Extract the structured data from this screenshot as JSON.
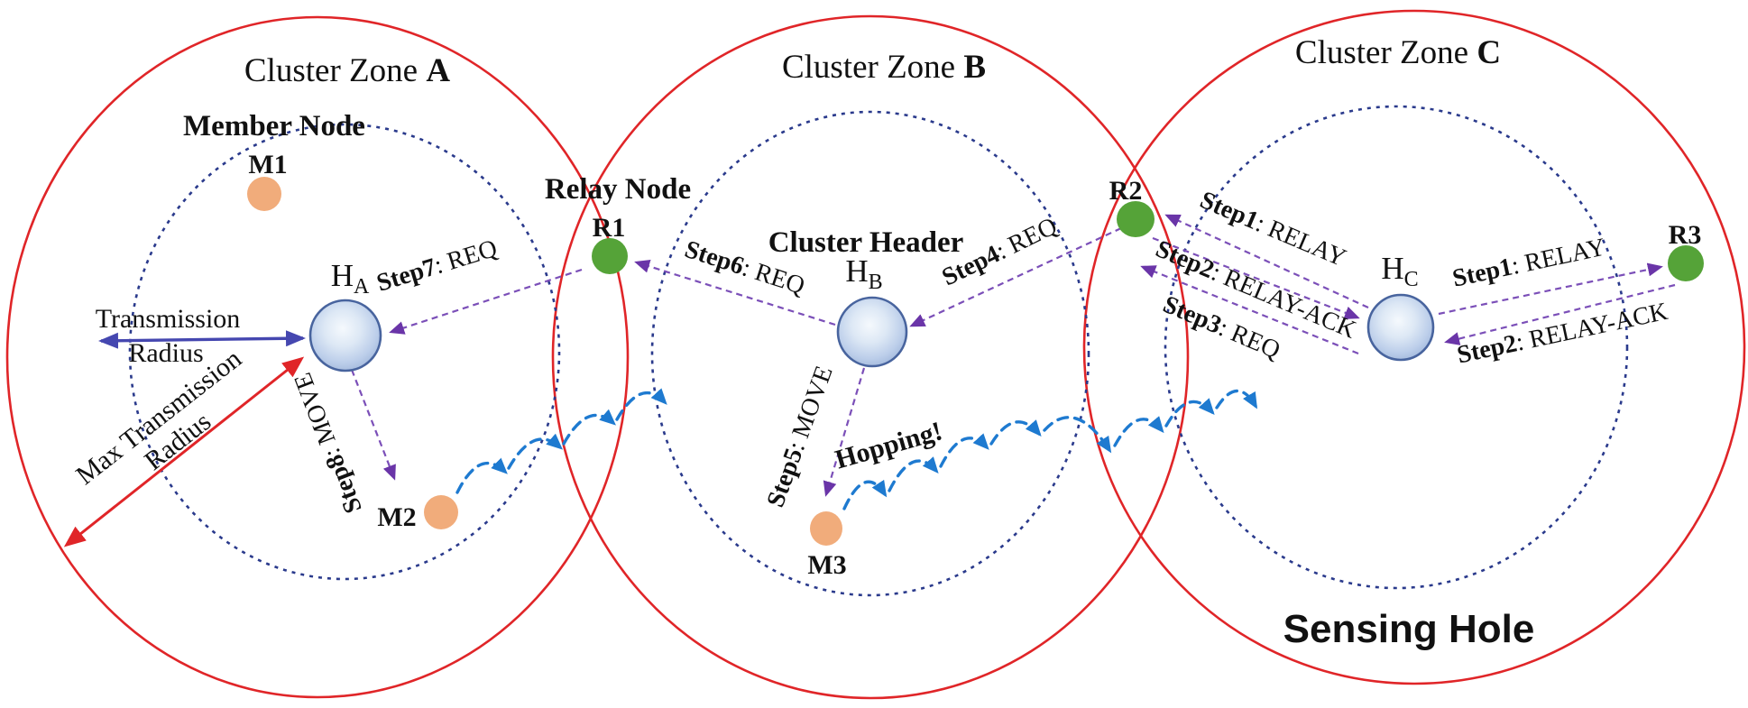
{
  "titles": [
    {
      "prefix": "Cluster Zone ",
      "zone": "A"
    },
    {
      "prefix": "Cluster Zone ",
      "zone": "B"
    },
    {
      "prefix": "Cluster Zone ",
      "zone": "C"
    }
  ],
  "nodes": {
    "member_node_label": "Member Node",
    "relay_node_label": "Relay Node",
    "cluster_header_label": "Cluster Header",
    "m1": "M1",
    "m2": "M2",
    "m3": "M3",
    "r1": "R1",
    "r2": "R2",
    "r3": "R3",
    "h": "H",
    "sub_a": "A",
    "sub_b": "B",
    "sub_c": "C"
  },
  "annotations": {
    "transmission_1": "Transmission",
    "transmission_2": "Radius",
    "max_transmission_1": "Max Transmission",
    "max_transmission_2": "Radius",
    "hopping": "Hopping!",
    "sensing_hole": "Sensing Hole"
  },
  "steps": {
    "step4": {
      "n": "Step4",
      "msg": ": REQ"
    },
    "step5": {
      "n": "Step5",
      "msg": ": MOVE"
    },
    "step6": {
      "n": "Step6",
      "msg": ": REQ"
    },
    "step7": {
      "n": "Step7",
      "msg": ": REQ"
    },
    "step8": {
      "n": "Step8",
      "msg": ": MOVE"
    },
    "c_step1_left": {
      "n": "Step1",
      "msg": ": RELAY"
    },
    "c_step2_left": {
      "n": "Step2",
      "msg": ": RELAY-ACK"
    },
    "c_step3_left": {
      "n": "Step3",
      "msg": ": REQ"
    },
    "c_step1_right": {
      "n": "Step1",
      "msg": ": RELAY"
    },
    "c_step2_right": {
      "n": "Step2",
      "msg": ": RELAY-ACK"
    }
  },
  "colors": {
    "zone_outline": "#e02528",
    "radius_dashed": "#2a3a8c",
    "step_arrow": "#7b4fb8",
    "step_arrowhead": "#6a35a8",
    "hop_arrow": "#1e7ad0",
    "transmission_arrow": "#4547b0",
    "member_fill": "#f1ac7b",
    "relay_fill": "#55a338",
    "header_sphere_edge": "#48649e",
    "zone_c_fill": "#f1f1f3",
    "sensing_hole_text": "#ed1c24"
  }
}
